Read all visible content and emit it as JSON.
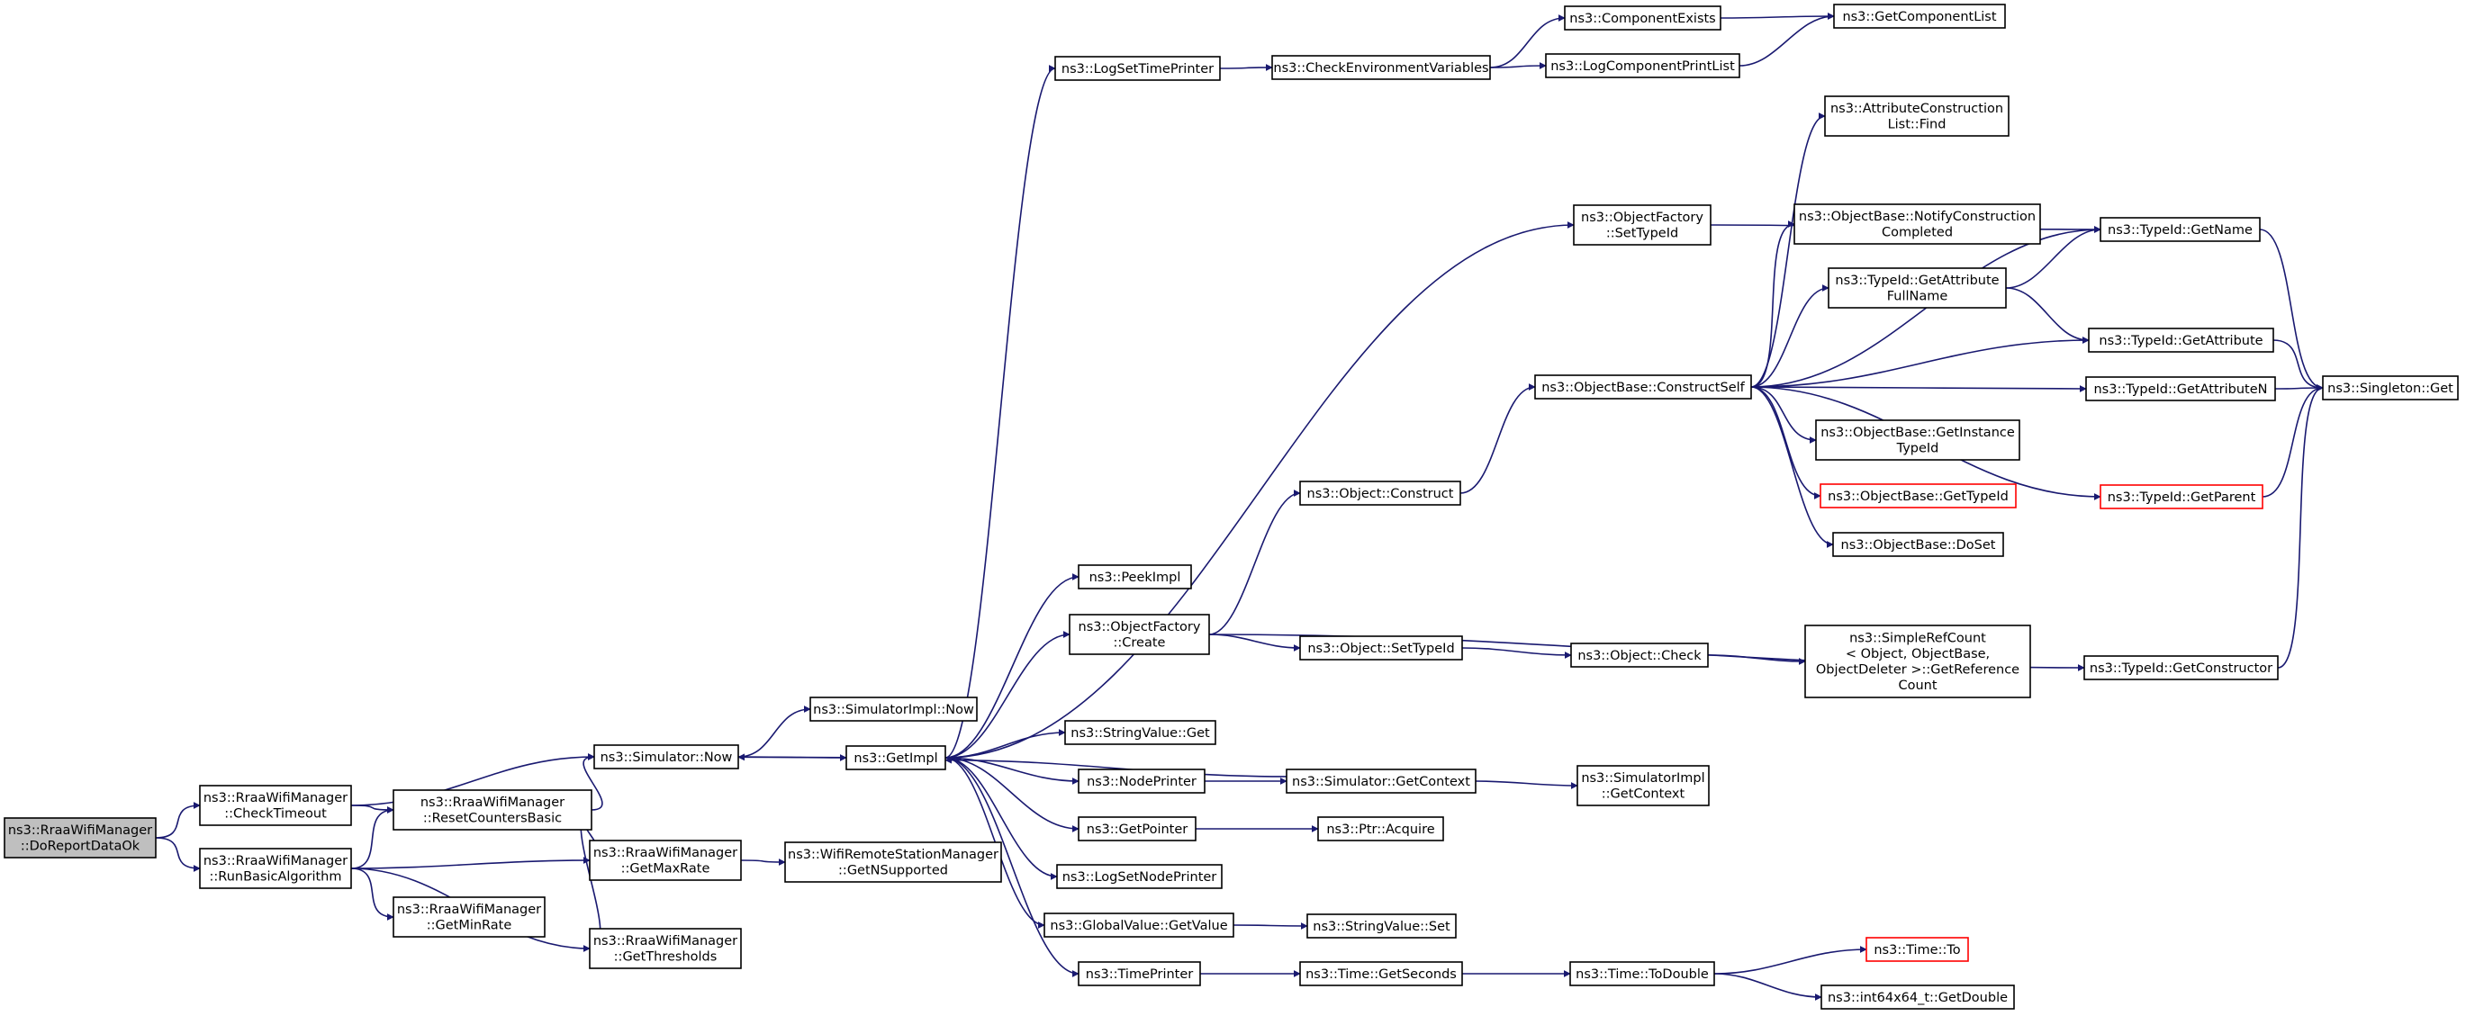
{
  "nodes": [
    {
      "id": "doreport",
      "lines": [
        "ns3::RraaWifiManager",
        "::DoReportDataOk"
      ]
    },
    {
      "id": "checktimeout",
      "lines": [
        "ns3::RraaWifiManager",
        "::CheckTimeout"
      ]
    },
    {
      "id": "runbasic",
      "lines": [
        "ns3::RraaWifiManager",
        "::RunBasicAlgorithm"
      ]
    },
    {
      "id": "resetcounters",
      "lines": [
        "ns3::RraaWifiManager",
        "::ResetCountersBasic"
      ]
    },
    {
      "id": "getminrate",
      "lines": [
        "ns3::RraaWifiManager",
        "::GetMinRate"
      ]
    },
    {
      "id": "simnow",
      "lines": [
        "ns3::Simulator::Now"
      ]
    },
    {
      "id": "getmaxrate",
      "lines": [
        "ns3::RraaWifiManager",
        "::GetMaxRate"
      ]
    },
    {
      "id": "getthresholds",
      "lines": [
        "ns3::RraaWifiManager",
        "::GetThresholds"
      ]
    },
    {
      "id": "simimplnow",
      "lines": [
        "ns3::SimulatorImpl::Now"
      ]
    },
    {
      "id": "getimpl",
      "lines": [
        "ns3::GetImpl"
      ]
    },
    {
      "id": "getnsupported",
      "lines": [
        "ns3::WifiRemoteStationManager",
        "::GetNSupported"
      ]
    },
    {
      "id": "logsettime",
      "lines": [
        "ns3::LogSetTimePrinter"
      ]
    },
    {
      "id": "peekimpl",
      "lines": [
        "ns3::PeekImpl"
      ]
    },
    {
      "id": "ofcreate",
      "lines": [
        "ns3::ObjectFactory",
        "::Create"
      ]
    },
    {
      "id": "strvalget",
      "lines": [
        "ns3::StringValue::Get"
      ]
    },
    {
      "id": "nodeprinter",
      "lines": [
        "ns3::NodePrinter"
      ]
    },
    {
      "id": "getpointer",
      "lines": [
        "ns3::GetPointer"
      ]
    },
    {
      "id": "logsetnode",
      "lines": [
        "ns3::LogSetNodePrinter"
      ]
    },
    {
      "id": "gvgetvalue",
      "lines": [
        "ns3::GlobalValue::GetValue"
      ]
    },
    {
      "id": "timeprinter",
      "lines": [
        "ns3::TimePrinter"
      ]
    },
    {
      "id": "checkenv",
      "lines": [
        "ns3::CheckEnvironmentVariables"
      ]
    },
    {
      "id": "objconstruct",
      "lines": [
        "ns3::Object::Construct"
      ]
    },
    {
      "id": "objsettypeid",
      "lines": [
        "ns3::Object::SetTypeId"
      ]
    },
    {
      "id": "simgetcontext",
      "lines": [
        "ns3::Simulator::GetContext"
      ]
    },
    {
      "id": "ptracquire",
      "lines": [
        "ns3::Ptr::Acquire"
      ]
    },
    {
      "id": "strvalset",
      "lines": [
        "ns3::StringValue::Set"
      ]
    },
    {
      "id": "timegetseconds",
      "lines": [
        "ns3::Time::GetSeconds"
      ]
    },
    {
      "id": "compexists",
      "lines": [
        "ns3::ComponentExists"
      ]
    },
    {
      "id": "logcompprint",
      "lines": [
        "ns3::LogComponentPrintList"
      ]
    },
    {
      "id": "ofsettypeid",
      "lines": [
        "ns3::ObjectFactory",
        "::SetTypeId"
      ]
    },
    {
      "id": "constructself",
      "lines": [
        "ns3::ObjectBase::ConstructSelf"
      ]
    },
    {
      "id": "objcheck",
      "lines": [
        "ns3::Object::Check"
      ]
    },
    {
      "id": "simimplgetcontext",
      "lines": [
        "ns3::SimulatorImpl",
        "::GetContext"
      ]
    },
    {
      "id": "timetodouble",
      "lines": [
        "ns3::Time::ToDouble"
      ]
    },
    {
      "id": "getcomplist",
      "lines": [
        "ns3::GetComponentList"
      ]
    },
    {
      "id": "attrfind",
      "lines": [
        "ns3::AttributeConstruction",
        "List::Find"
      ]
    },
    {
      "id": "notifyconstruct",
      "lines": [
        "ns3::ObjectBase::NotifyConstruction",
        "Completed"
      ]
    },
    {
      "id": "getattrfullname",
      "lines": [
        "ns3::TypeId::GetAttribute",
        "FullName"
      ]
    },
    {
      "id": "getinstancetypeid",
      "lines": [
        "ns3::ObjectBase::GetInstance",
        "TypeId"
      ]
    },
    {
      "id": "obgettypeid",
      "lines": [
        "ns3::ObjectBase::GetTypeId"
      ]
    },
    {
      "id": "obdoset",
      "lines": [
        "ns3::ObjectBase::DoSet"
      ]
    },
    {
      "id": "simplerefcount",
      "lines": [
        "ns3::SimpleRefCount",
        "< Object, ObjectBase,",
        " ObjectDeleter >::GetReference",
        "Count"
      ]
    },
    {
      "id": "timeto",
      "lines": [
        "ns3::Time::To"
      ]
    },
    {
      "id": "getdouble",
      "lines": [
        "ns3::int64x64_t::GetDouble"
      ]
    },
    {
      "id": "tgetname",
      "lines": [
        "ns3::TypeId::GetName"
      ]
    },
    {
      "id": "tgetattr",
      "lines": [
        "ns3::TypeId::GetAttribute"
      ]
    },
    {
      "id": "tgetattrn",
      "lines": [
        "ns3::TypeId::GetAttributeN"
      ]
    },
    {
      "id": "tgetparent",
      "lines": [
        "ns3::TypeId::GetParent"
      ]
    },
    {
      "id": "tgetconstructor",
      "lines": [
        "ns3::TypeId::GetConstructor"
      ]
    },
    {
      "id": "singletonget",
      "lines": [
        "ns3::Singleton::Get"
      ]
    }
  ],
  "edges": [
    [
      "doreport",
      "checktimeout"
    ],
    [
      "doreport",
      "runbasic"
    ],
    [
      "checktimeout",
      "simnow"
    ],
    [
      "checktimeout",
      "resetcounters"
    ],
    [
      "runbasic",
      "resetcounters"
    ],
    [
      "runbasic",
      "getmaxrate"
    ],
    [
      "runbasic",
      "getminrate"
    ],
    [
      "runbasic",
      "getthresholds"
    ],
    [
      "resetcounters",
      "simnow"
    ],
    [
      "resetcounters",
      "getmaxrate"
    ],
    [
      "resetcounters",
      "getthresholds"
    ],
    [
      "simnow",
      "simimplnow"
    ],
    [
      "simnow",
      "getimpl"
    ],
    [
      "getmaxrate",
      "getnsupported"
    ],
    [
      "getimpl",
      "logsettime"
    ],
    [
      "getimpl",
      "peekimpl"
    ],
    [
      "getimpl",
      "ofcreate"
    ],
    [
      "getimpl",
      "strvalget"
    ],
    [
      "getimpl",
      "nodeprinter"
    ],
    [
      "getimpl",
      "getpointer"
    ],
    [
      "getimpl",
      "logsetnode"
    ],
    [
      "getimpl",
      "gvgetvalue"
    ],
    [
      "getimpl",
      "timeprinter"
    ],
    [
      "getimpl",
      "ofsettypeid"
    ],
    [
      "getimpl",
      "simnow"
    ],
    [
      "simgetcontext",
      "getimpl"
    ],
    [
      "logsettime",
      "checkenv"
    ],
    [
      "checkenv",
      "compexists"
    ],
    [
      "checkenv",
      "logcompprint"
    ],
    [
      "compexists",
      "getcomplist"
    ],
    [
      "logcompprint",
      "getcomplist"
    ],
    [
      "ofcreate",
      "objconstruct"
    ],
    [
      "ofcreate",
      "objsettypeid"
    ],
    [
      "ofcreate",
      "tgetconstructor"
    ],
    [
      "objconstruct",
      "constructself"
    ],
    [
      "objsettypeid",
      "objcheck"
    ],
    [
      "objcheck",
      "simplerefcount"
    ],
    [
      "nodeprinter",
      "simgetcontext"
    ],
    [
      "simgetcontext",
      "simimplgetcontext"
    ],
    [
      "getpointer",
      "ptracquire"
    ],
    [
      "gvgetvalue",
      "strvalset"
    ],
    [
      "timeprinter",
      "timegetseconds"
    ],
    [
      "timegetseconds",
      "timetodouble"
    ],
    [
      "timetodouble",
      "timeto"
    ],
    [
      "timetodouble",
      "getdouble"
    ],
    [
      "ofsettypeid",
      "tgetname"
    ],
    [
      "constructself",
      "attrfind"
    ],
    [
      "constructself",
      "notifyconstruct"
    ],
    [
      "constructself",
      "getattrfullname"
    ],
    [
      "constructself",
      "getinstancetypeid"
    ],
    [
      "constructself",
      "obgettypeid"
    ],
    [
      "constructself",
      "obdoset"
    ],
    [
      "constructself",
      "tgetname"
    ],
    [
      "constructself",
      "tgetattr"
    ],
    [
      "constructself",
      "tgetattrn"
    ],
    [
      "constructself",
      "tgetparent"
    ],
    [
      "getattrfullname",
      "tgetname"
    ],
    [
      "getattrfullname",
      "tgetattr"
    ],
    [
      "tgetname",
      "singletonget"
    ],
    [
      "tgetattr",
      "singletonget"
    ],
    [
      "tgetattrn",
      "singletonget"
    ],
    [
      "tgetparent",
      "singletonget"
    ],
    [
      "tgetconstructor",
      "singletonget"
    ]
  ],
  "colors": {
    "edge": "#191970",
    "node_border": "#000000",
    "root_fill": "#bfbfbf",
    "incomplete_border": "#ff0000"
  }
}
